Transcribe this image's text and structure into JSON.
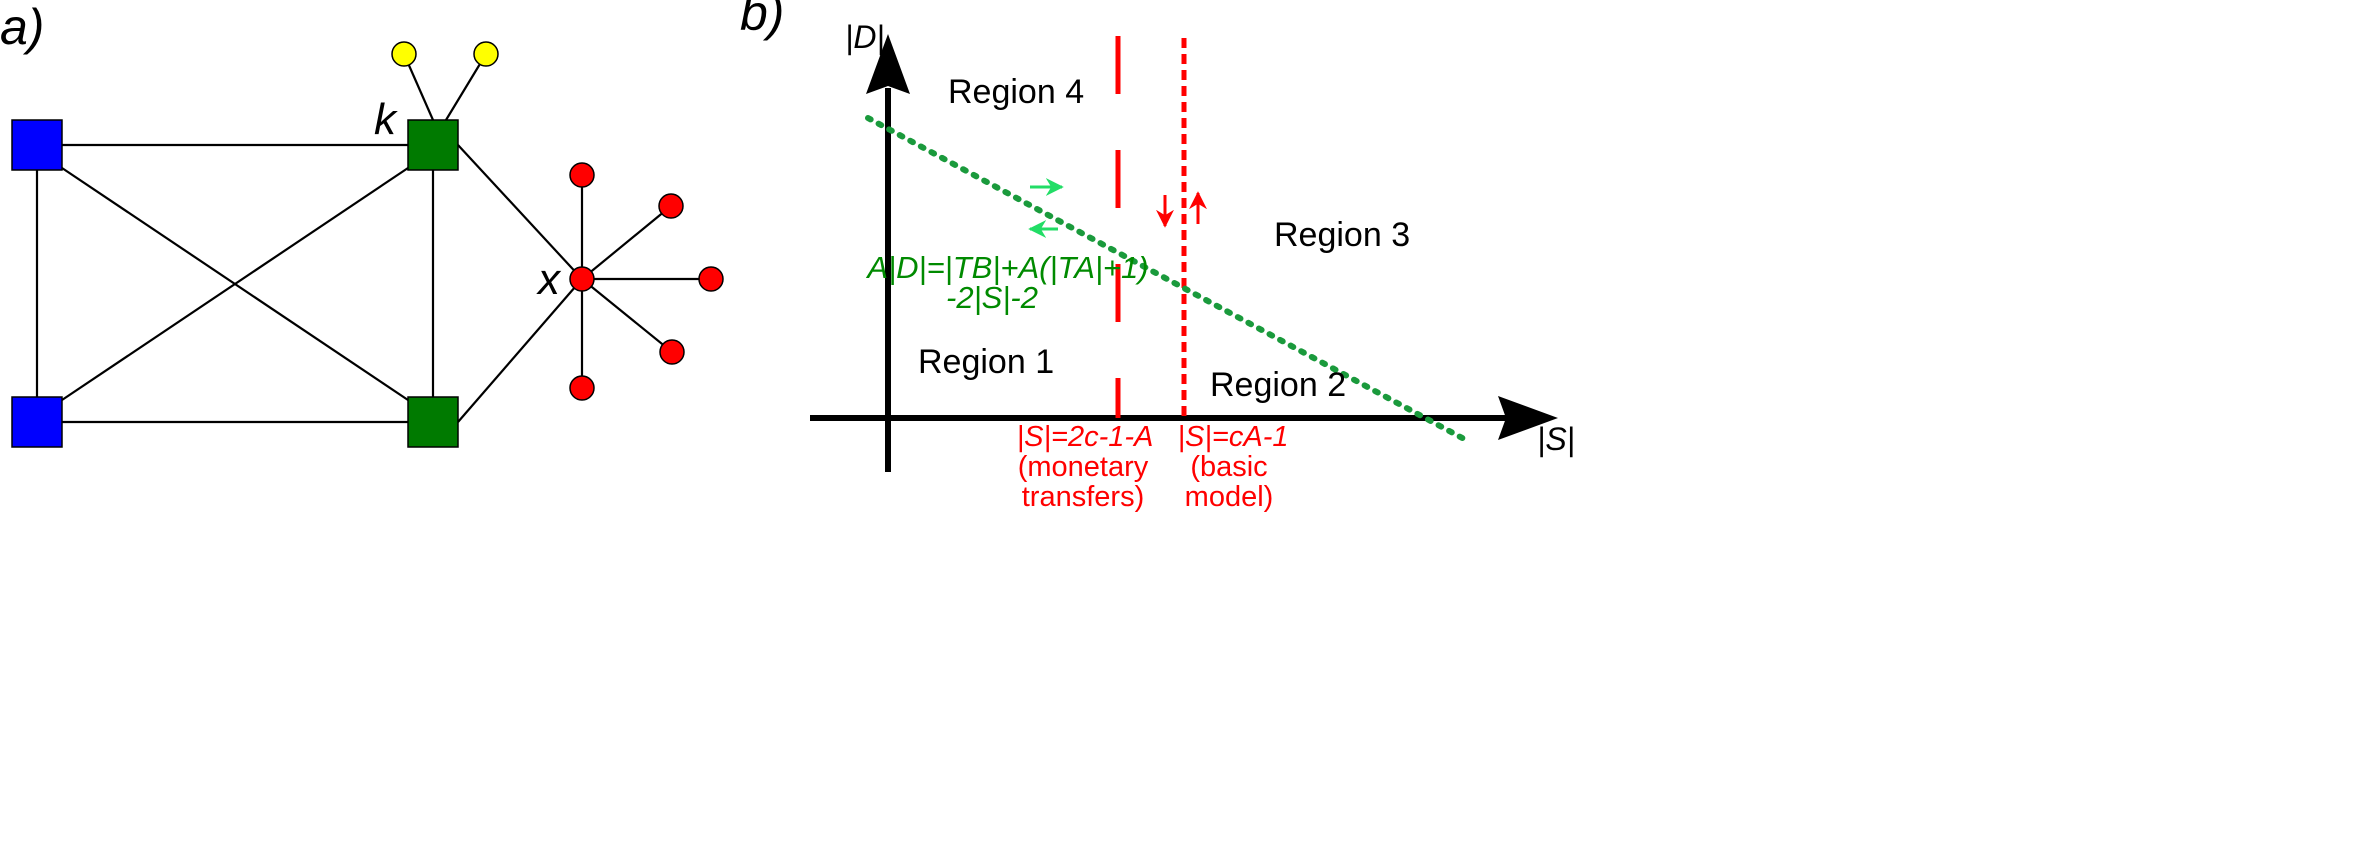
{
  "panel_a": {
    "label": "a)",
    "node_k_label": "k",
    "node_x_label": "x",
    "colors": {
      "blue": "#0000ff",
      "green": "#007a00",
      "red": "#ff0000",
      "yellow": "#ffff00",
      "edge": "#000000"
    }
  },
  "panel_b": {
    "label": "b)",
    "y_axis_label": "|D|",
    "x_axis_label": "|S|",
    "regions": [
      "Region 4",
      "Region 3",
      "Region 1",
      "Region 2"
    ],
    "green_line_label_1": "A|D|=|TB|+A(|TA|+1)",
    "green_line_label_2": "-2|S|-2",
    "vline1_label_1": "|S|=2c-1-A",
    "vline1_label_2": "(monetary",
    "vline1_label_3": "transfers)",
    "vline2_label_1": "|S|=cA-1",
    "vline2_label_2": "(basic",
    "vline2_label_3": "model)",
    "colors": {
      "axis": "#000000",
      "threshold": "#ff0000",
      "boundary": "#1a9a3c",
      "arrows_green": "#22dd66"
    }
  }
}
